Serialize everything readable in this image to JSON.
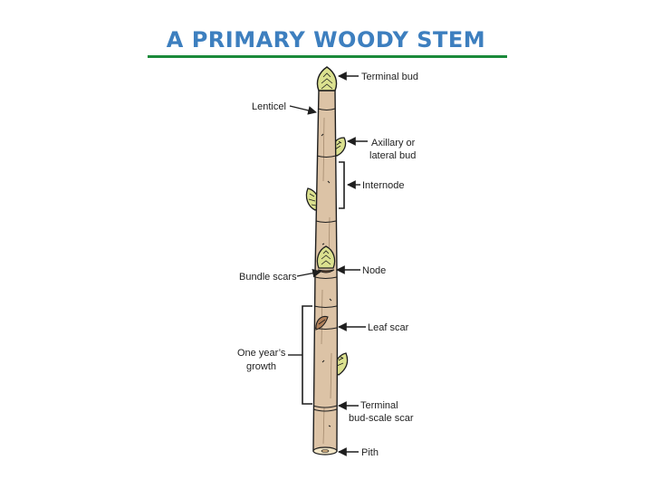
{
  "title": "A PRIMARY WOODY STEM",
  "colors": {
    "title": "#3d7fbf",
    "rule": "#1a8a3a",
    "stem": "#dcc3a6",
    "bud": "#dbe18f",
    "outline": "#1e1e1e"
  },
  "labels": {
    "terminal_bud": "Terminal bud",
    "lenticel": "Lenticel",
    "axillary_line1": "Axillary or",
    "axillary_line2": "lateral bud",
    "internode": "Internode",
    "node": "Node",
    "bundle_scars": "Bundle scars",
    "leaf_scar": "Leaf scar",
    "one_year_line1": "One year’s",
    "one_year_line2": "growth",
    "bud_scale_line1": "Terminal",
    "bud_scale_line2": "bud-scale scar",
    "pith": "Pith"
  }
}
